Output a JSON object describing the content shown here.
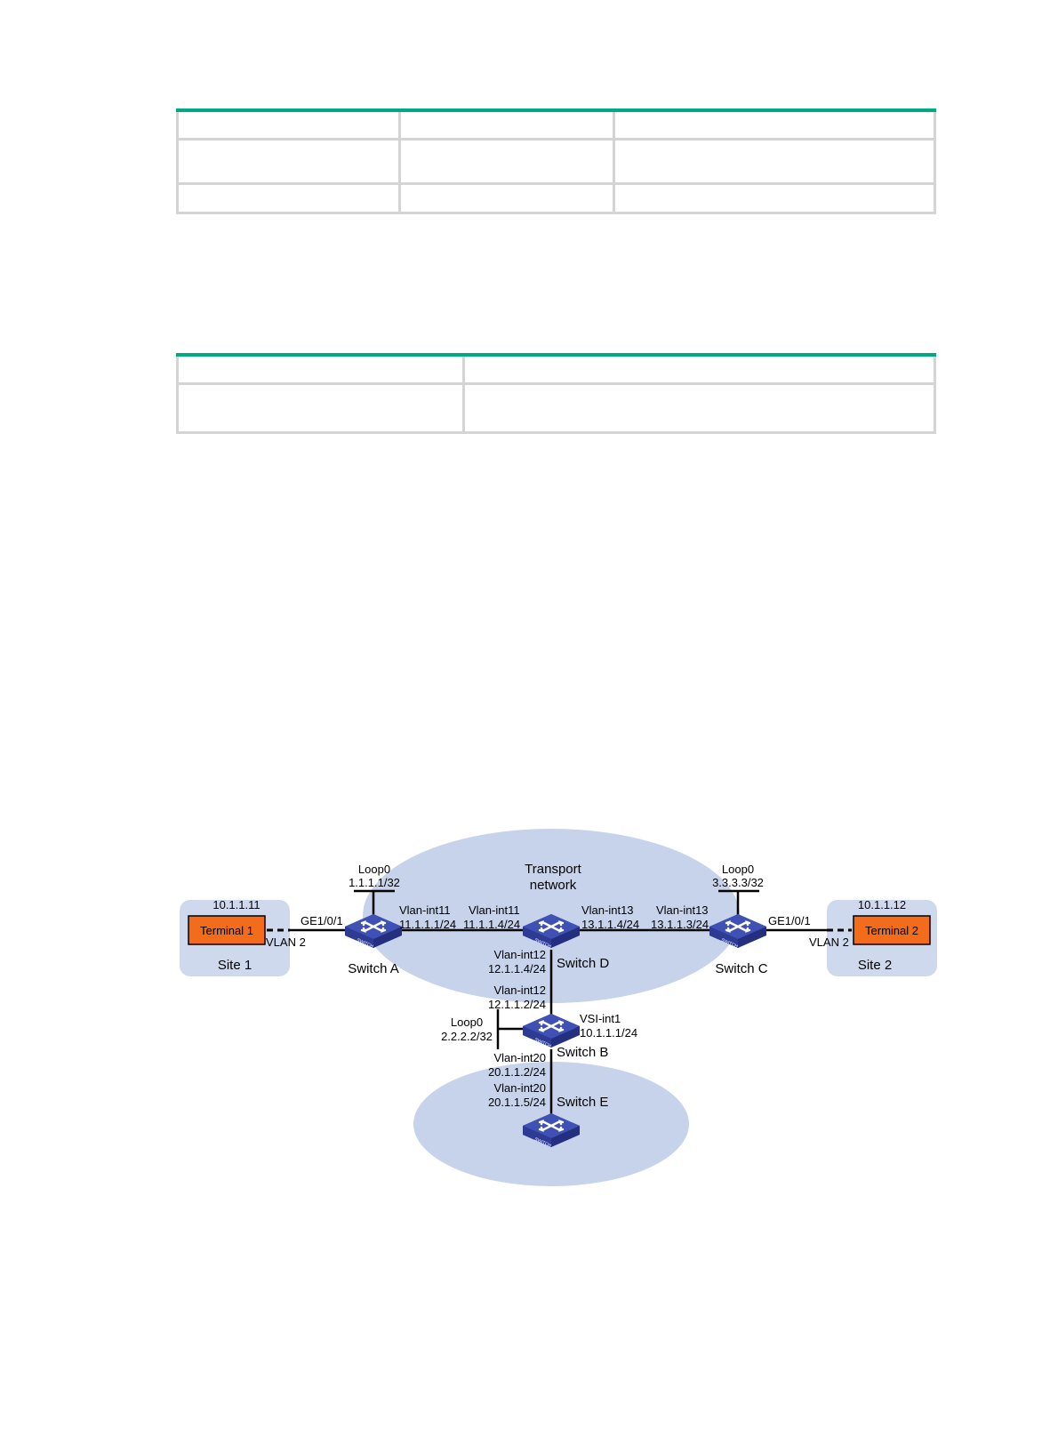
{
  "diagram": {
    "transport_label_1": "Transport",
    "transport_label_2": "network",
    "site1": {
      "label": "Site 1",
      "ip": "10.1.1.11",
      "terminal": "Terminal 1",
      "vlan": "VLAN 2"
    },
    "site2": {
      "label": "Site 2",
      "ip": "10.1.1.12",
      "terminal": "Terminal 2",
      "vlan": "VLAN 2"
    },
    "switch_a": {
      "label": "Switch A",
      "loop_name": "Loop0",
      "loop_ip": "1.1.1.1/32",
      "port": "GE1/0/1",
      "vlan_if": "Vlan-int11",
      "vlan_ip": "11.1.1.1/24"
    },
    "switch_d": {
      "label": "Switch D",
      "vlan11_if": "Vlan-int11",
      "vlan11_ip": "11.1.1.4/24",
      "vlan13_if": "Vlan-int13",
      "vlan13_ip": "13.1.1.4/24",
      "vlan12_if": "Vlan-int12",
      "vlan12_ip": "12.1.1.4/24"
    },
    "switch_c": {
      "label": "Switch C",
      "loop_name": "Loop0",
      "loop_ip": "3.3.3.3/32",
      "port": "GE1/0/1",
      "vlan_if": "Vlan-int13",
      "vlan_ip": "13.1.1.3/24"
    },
    "switch_b": {
      "label": "Switch B",
      "loop_name": "Loop0",
      "loop_ip": "2.2.2.2/32",
      "vlan12_if": "Vlan-int12",
      "vlan12_ip": "12.1.1.2/24",
      "vsi_if": "VSI-int1",
      "vsi_ip": "10.1.1.1/24",
      "vlan20_if": "Vlan-int20",
      "vlan20_ip": "20.1.1.2/24"
    },
    "switch_e": {
      "label": "Switch E",
      "vlan20_if": "Vlan-int20",
      "vlan20_ip": "20.1.1.5/24"
    },
    "switch_badge": "SWITCH"
  },
  "colors": {
    "table_accent": "#01a982",
    "table_border": "#d4d4d4",
    "cloud": "#c7d3eb",
    "site_box": "#cfd9ee",
    "terminal": "#f26c1b",
    "switch_top": "#3f51b5",
    "switch_side": "#24307f"
  }
}
